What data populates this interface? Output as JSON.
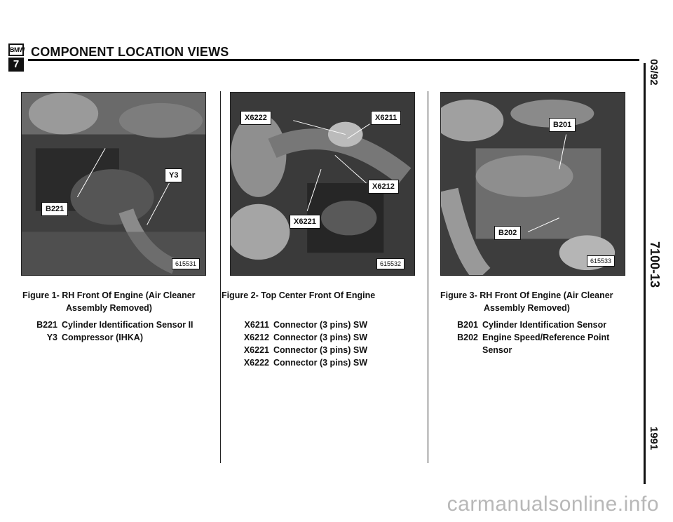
{
  "header": {
    "logo_brand": "BMW",
    "logo_series": "7",
    "title": "COMPONENT LOCATION VIEWS"
  },
  "margin": {
    "date": "03/92",
    "section": "7100-13",
    "year": "1991"
  },
  "figures": [
    {
      "photo_number": "615531",
      "callouts": [
        "Y3",
        "B221"
      ],
      "caption_first": "Figure 1-  RH Front Of Engine (Air Cleaner",
      "caption_cont": "Assembly Removed)",
      "legend": [
        {
          "code": "B221",
          "desc": "Cylinder Identification Sensor II"
        },
        {
          "code": "Y3",
          "desc": "Compressor (IHKA)"
        }
      ]
    },
    {
      "photo_number": "615532",
      "callouts": [
        "X6222",
        "X6211",
        "X6212",
        "X6221"
      ],
      "caption_first": "Figure 2-  Top Center Front Of Engine",
      "caption_cont": "",
      "legend": [
        {
          "code": "X6211",
          "desc": "Connector (3 pins) SW"
        },
        {
          "code": "X6212",
          "desc": "Connector (3 pins) SW"
        },
        {
          "code": "X6221",
          "desc": "Connector (3 pins) SW"
        },
        {
          "code": "X6222",
          "desc": "Connector (3 pins) SW"
        }
      ]
    },
    {
      "photo_number": "615533",
      "callouts": [
        "B201",
        "B202"
      ],
      "caption_first": "Figure 3-  RH Front Of Engine (Air Cleaner",
      "caption_cont": "Assembly Removed)",
      "legend": [
        {
          "code": "B201",
          "desc": "Cylinder Identification Sensor"
        },
        {
          "code": "B202",
          "desc": "Engine Speed/Reference Point"
        },
        {
          "code": "",
          "desc": "Sensor"
        }
      ]
    }
  ],
  "watermark": "carmanualsonline.info"
}
